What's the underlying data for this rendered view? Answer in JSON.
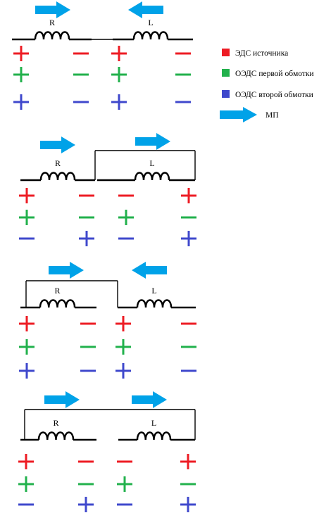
{
  "colors": {
    "source": "#ed1c24",
    "first": "#22b14c",
    "second": "#3f48cc",
    "field": "#00a2e8",
    "line": "#000000"
  },
  "legend": [
    {
      "color": "source",
      "shape": "square",
      "text": "ЭДС источника"
    },
    {
      "color": "first",
      "shape": "square",
      "text": "ОЭДС первой обмотки"
    },
    {
      "color": "second",
      "shape": "square",
      "text": "ОЭДС второй обмотки"
    },
    {
      "color": "field",
      "shape": "arrow",
      "text": "МП"
    }
  ],
  "panels": [
    {
      "coils": [
        "R",
        "L"
      ],
      "connection": "series-wire",
      "field_arrows": [
        "right",
        "left"
      ],
      "rows": [
        {
          "color": "source",
          "R": [
            "+",
            "−"
          ],
          "L": [
            "+",
            "−"
          ]
        },
        {
          "color": "first",
          "R": [
            "+",
            "−"
          ],
          "L": [
            "+",
            "−"
          ]
        },
        {
          "color": "second",
          "R": [
            "+",
            "−"
          ],
          "L": [
            "+",
            "−"
          ]
        }
      ]
    },
    {
      "coils": [
        "R",
        "L"
      ],
      "connection": "loop-l",
      "field_arrows": [
        "right",
        "right"
      ],
      "rows": [
        {
          "color": "source",
          "R": [
            "+",
            "−"
          ],
          "L": [
            "−",
            "+"
          ]
        },
        {
          "color": "first",
          "R": [
            "+",
            "−"
          ],
          "L": [
            "+",
            "−"
          ]
        },
        {
          "color": "second",
          "R": [
            "−",
            "+"
          ],
          "L": [
            "−",
            "+"
          ]
        }
      ]
    },
    {
      "coils": [
        "R",
        "L"
      ],
      "connection": "loop-r",
      "field_arrows": [
        "right",
        "left"
      ],
      "rows": [
        {
          "color": "source",
          "R": [
            "+",
            "−"
          ],
          "L": [
            "+",
            "−"
          ]
        },
        {
          "color": "first",
          "R": [
            "+",
            "−"
          ],
          "L": [
            "+",
            "−"
          ]
        },
        {
          "color": "second",
          "R": [
            "+",
            "−"
          ],
          "L": [
            "+",
            "−"
          ]
        }
      ]
    },
    {
      "coils": [
        "R",
        "L"
      ],
      "connection": "loop-both",
      "field_arrows": [
        "right",
        "right"
      ],
      "rows": [
        {
          "color": "source",
          "R": [
            "+",
            "−"
          ],
          "L": [
            "−",
            "+"
          ]
        },
        {
          "color": "first",
          "R": [
            "+",
            "−"
          ],
          "L": [
            "+",
            "−"
          ]
        },
        {
          "color": "second",
          "R": [
            "−",
            "+"
          ],
          "L": [
            "−",
            "+"
          ]
        }
      ]
    }
  ]
}
